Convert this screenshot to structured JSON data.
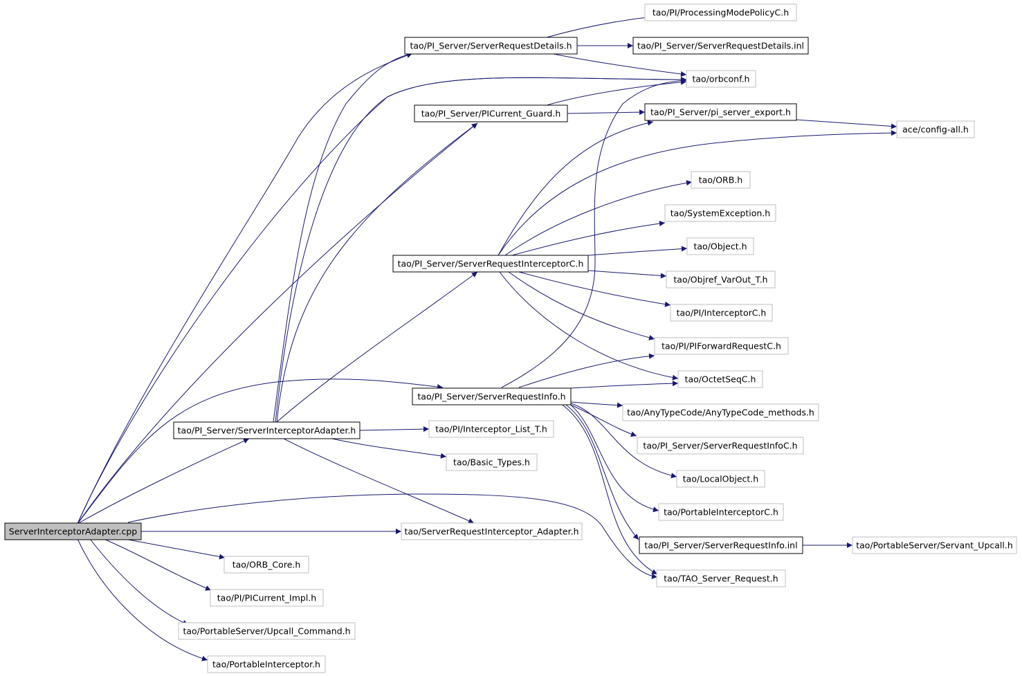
{
  "colors": {
    "edge": "#191970",
    "root_fill": "#bfbfbf",
    "documented_border": "#000000",
    "external_border": "#bfbfbf"
  },
  "nodes": [
    {
      "id": "root",
      "label": "ServerInterceptorAdapter.cpp",
      "kind": "root"
    },
    {
      "id": "sia_h",
      "label": "tao/PI_Server/ServerInterceptorAdapter.h",
      "kind": "documented"
    },
    {
      "id": "srd_h",
      "label": "tao/PI_Server/ServerRequestDetails.h",
      "kind": "documented"
    },
    {
      "id": "pmp",
      "label": "tao/PI/ProcessingModePolicyC.h",
      "kind": "external"
    },
    {
      "id": "srd_inl",
      "label": "tao/PI_Server/ServerRequestDetails.inl",
      "kind": "documented"
    },
    {
      "id": "orbconf",
      "label": "tao/orbconf.h",
      "kind": "external"
    },
    {
      "id": "picg",
      "label": "tao/PI_Server/PICurrent_Guard.h",
      "kind": "documented"
    },
    {
      "id": "pise",
      "label": "tao/PI_Server/pi_server_export.h",
      "kind": "documented"
    },
    {
      "id": "aceconf",
      "label": "ace/config-all.h",
      "kind": "external"
    },
    {
      "id": "orb",
      "label": "tao/ORB.h",
      "kind": "external"
    },
    {
      "id": "sysex",
      "label": "tao/SystemException.h",
      "kind": "external"
    },
    {
      "id": "object",
      "label": "tao/Object.h",
      "kind": "external"
    },
    {
      "id": "objref",
      "label": "tao/Objref_VarOut_T.h",
      "kind": "external"
    },
    {
      "id": "sric",
      "label": "tao/PI_Server/ServerRequestInterceptorC.h",
      "kind": "documented"
    },
    {
      "id": "intc",
      "label": "tao/PI/InterceptorC.h",
      "kind": "external"
    },
    {
      "id": "pifr",
      "label": "tao/PI/PIForwardRequestC.h",
      "kind": "external"
    },
    {
      "id": "octet",
      "label": "tao/OctetSeqC.h",
      "kind": "external"
    },
    {
      "id": "sri_h",
      "label": "tao/PI_Server/ServerRequestInfo.h",
      "kind": "documented"
    },
    {
      "id": "anytc",
      "label": "tao/AnyTypeCode/AnyTypeCode_methods.h",
      "kind": "external"
    },
    {
      "id": "sric2",
      "label": "tao/PI_Server/ServerRequestInfoC.h",
      "kind": "external"
    },
    {
      "id": "ilt",
      "label": "tao/PI/Interceptor_List_T.h",
      "kind": "external"
    },
    {
      "id": "basic",
      "label": "tao/Basic_Types.h",
      "kind": "external"
    },
    {
      "id": "localobj",
      "label": "tao/LocalObject.h",
      "kind": "external"
    },
    {
      "id": "portic",
      "label": "tao/PortableInterceptorC.h",
      "kind": "external"
    },
    {
      "id": "sria",
      "label": "tao/ServerRequestInterceptor_Adapter.h",
      "kind": "external"
    },
    {
      "id": "sri_inl",
      "label": "tao/PI_Server/ServerRequestInfo.inl",
      "kind": "documented"
    },
    {
      "id": "servup",
      "label": "tao/PortableServer/Servant_Upcall.h",
      "kind": "external"
    },
    {
      "id": "orbcore",
      "label": "tao/ORB_Core.h",
      "kind": "external"
    },
    {
      "id": "tsr",
      "label": "tao/TAO_Server_Request.h",
      "kind": "external"
    },
    {
      "id": "picimpl",
      "label": "tao/PI/PICurrent_Impl.h",
      "kind": "external"
    },
    {
      "id": "upcall",
      "label": "tao/PortableServer/Upcall_Command.h",
      "kind": "external"
    },
    {
      "id": "portint",
      "label": "tao/PortableInterceptor.h",
      "kind": "external"
    }
  ]
}
